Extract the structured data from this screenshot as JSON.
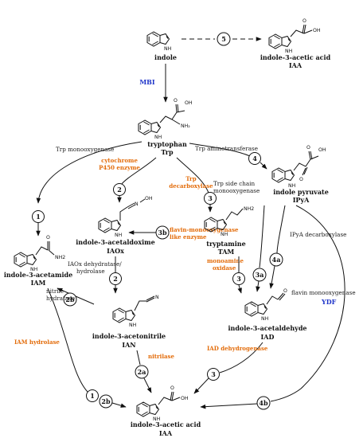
{
  "compounds": {
    "indole": {
      "name": "indole"
    },
    "iaa_top": {
      "name": "indole-3-acetic acid",
      "abbr": "IAA"
    },
    "trp": {
      "name": "tryptophan",
      "abbr": "Trp"
    },
    "ipya": {
      "name": "indole pyruvate",
      "abbr": "IPyA"
    },
    "iaox": {
      "name": "indole-3-acetaldoxime",
      "abbr": "IAOx"
    },
    "tam": {
      "name": "tryptamine",
      "abbr": "TAM"
    },
    "iam": {
      "name": "indole-3-acetamide",
      "abbr": "IAM"
    },
    "ian": {
      "name": "indole-3-acetonitrile",
      "abbr": "IAN"
    },
    "iad": {
      "name": "indole-3-acetaldehyde",
      "abbr": "IAD"
    },
    "iaa_bottom": {
      "name": "indole-3-acetic acid",
      "abbr": "IAA"
    }
  },
  "atoms": {
    "nh": "NH",
    "oh": "OH",
    "o": "O",
    "nh2": "NH₂",
    "nh2_plain": "NH2",
    "n": "N",
    "n_oh": "N",
    "oh_oxime": "OH"
  },
  "step_labels": {
    "s5": "5",
    "s1a": "1",
    "s2a": "2",
    "s3a": "3",
    "s4a": "4",
    "s3b": "3b",
    "s2b_a": "2b",
    "s2c": "2",
    "s3c": "3",
    "s4b": "4a",
    "s3d": "3a",
    "s2d": "2a",
    "s3e": "3",
    "s1b": "1",
    "s2b_b": "2b",
    "s4c": "4b"
  },
  "enzymes": {
    "trp_monooxygenase": "Trp monooxygenase",
    "cyp_1": "cytochrome",
    "cyp_2": "P450 enzyme",
    "trp_decarb_1": "Trp",
    "trp_decarb_2": "decarboxylase",
    "trp_side_1": "Trp side chain",
    "trp_side_2": "monooxygenase",
    "trp_aminotransferase": "Trp aminotransferase",
    "flavin_mono_1": "flavin-monooxygenase",
    "flavin_mono_2": "like enzyme",
    "ipya_decarb": "IPyA decarboxylase",
    "iaox_dehydratase_1": "IAOx dehydratase/",
    "iaox_dehydratase_2": "hydrolase",
    "nitrile_hydratase_1": "nitrile",
    "nitrile_hydratase_2": "hydratase",
    "monoamine_1": "monoamine",
    "monoamine_2": "oxidase",
    "flavin_mono_ydf": "flavin monooxygenase",
    "iam_hydrolase": "IAM hydrolase",
    "nitrilase": "nitrilase",
    "iad_dehydrogenase": "IAD dehydrogenase"
  },
  "organisms": {
    "mbi": "MBI",
    "ydf": "YDF"
  },
  "colors": {
    "enzyme": "#e36c0a",
    "organism": "#1f35c9",
    "ink": "#111111"
  }
}
